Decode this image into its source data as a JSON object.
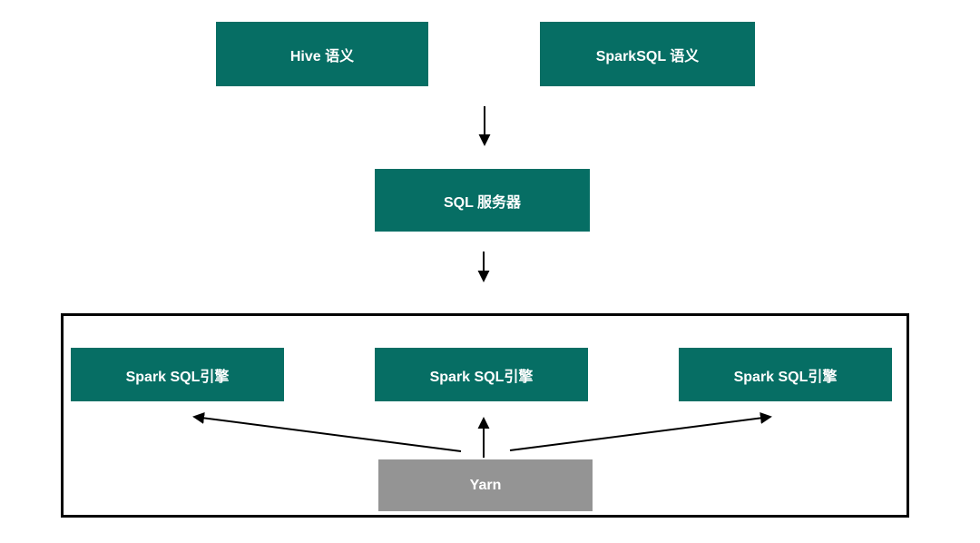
{
  "diagram": {
    "colors": {
      "node_teal": "#066e64",
      "node_gray": "#949494",
      "line_black": "#000000",
      "text_white": "#ffffff",
      "background": "#ffffff"
    },
    "nodes": {
      "hive": {
        "label": "Hive 语义"
      },
      "sparksql": {
        "label": "SparkSQL 语义"
      },
      "sql_server": {
        "label": "SQL 服务器"
      },
      "engine_left": {
        "label": "Spark SQL引擎"
      },
      "engine_middle": {
        "label": "Spark SQL引擎"
      },
      "engine_right": {
        "label": "Spark SQL引擎"
      },
      "yarn": {
        "label": "Yarn"
      }
    }
  }
}
